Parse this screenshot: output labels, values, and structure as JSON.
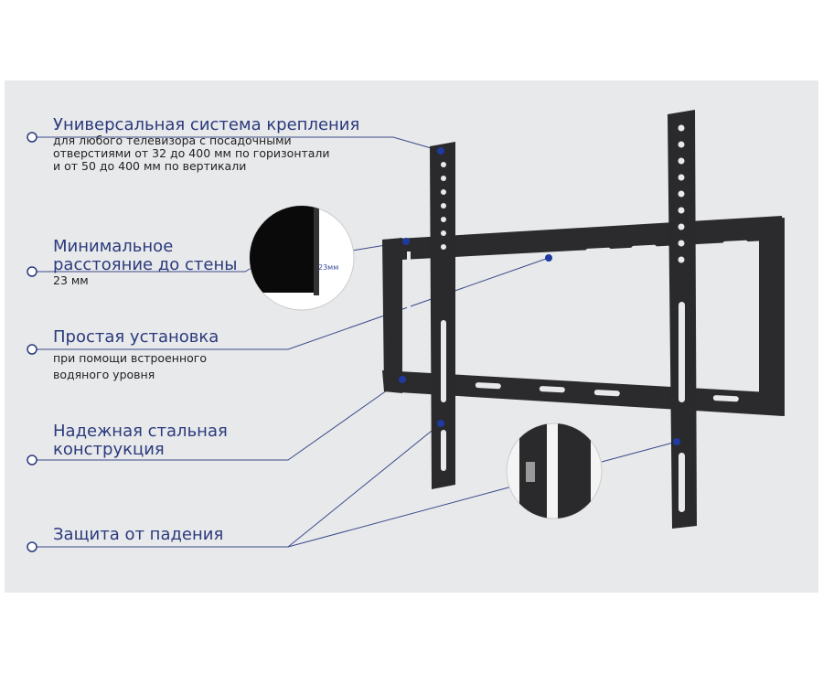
{
  "features": [
    {
      "title": "Универсальная система крепления",
      "description": [
        "для любого телевизора с посадочными",
        "отверстиями от 32 до 400 мм по горизонтали",
        "и от 50 до 400 мм по вертикали"
      ]
    },
    {
      "title": [
        "Минимальное",
        "расстояние до стены"
      ],
      "description": [
        "23 мм"
      ]
    },
    {
      "title": "Простая  установка",
      "description": [
        "при помощи встроенного",
        "водяного уровня"
      ]
    },
    {
      "title": [
        "Надежная стальная",
        "конструкция"
      ],
      "description": []
    },
    {
      "title": "Защита от падения",
      "description": []
    }
  ],
  "inset_label": "23мм",
  "colors": {
    "accent": "#2b3a7c",
    "background": "#e8e9eb",
    "bracket": "#2a2a2c",
    "marker": "#1f3aa0"
  }
}
